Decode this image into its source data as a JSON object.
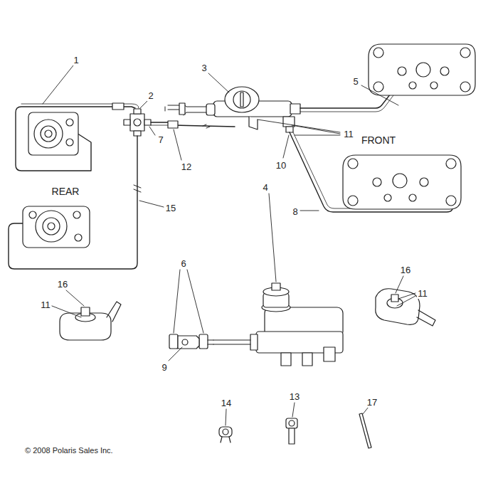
{
  "diagram": {
    "labels": [
      "1",
      "2",
      "3",
      "5",
      "11",
      "7",
      "12",
      "10",
      "FRONT",
      "REAR",
      "15",
      "8",
      "4",
      "6",
      "16",
      "11",
      "16",
      "11",
      "9",
      "14",
      "13",
      "17",
      "© 2008 Polaris Sales Inc."
    ]
  }
}
